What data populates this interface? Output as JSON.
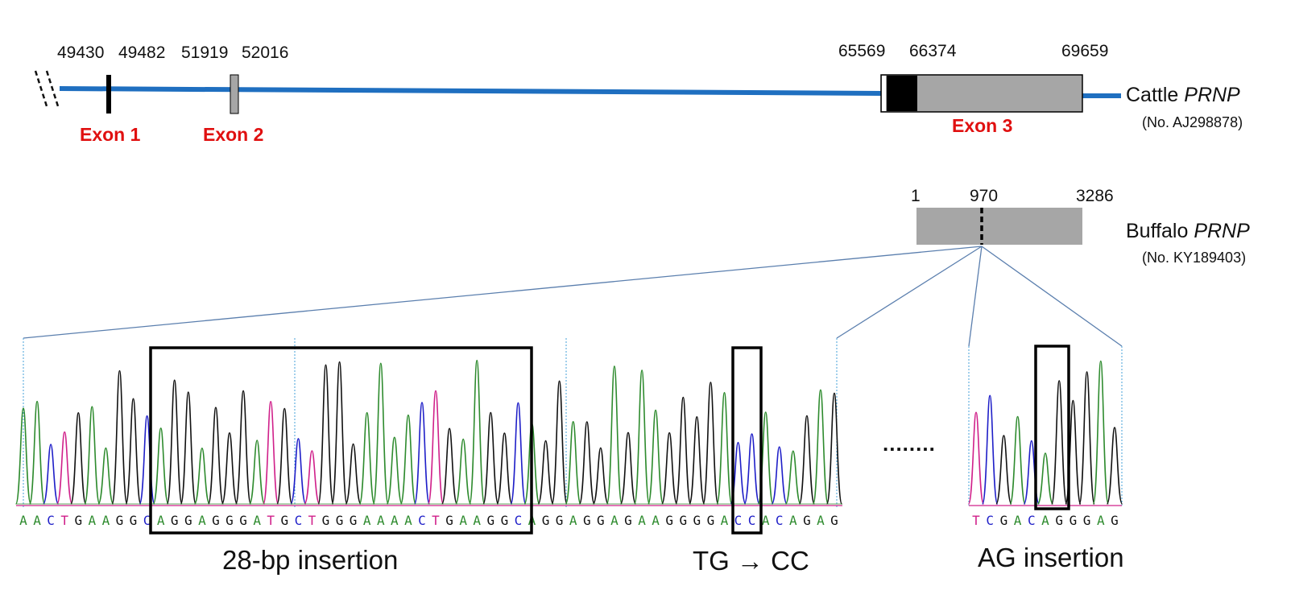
{
  "cattle": {
    "positions": [
      "49430",
      "49482",
      "51919",
      "52016",
      "65569",
      "66374",
      "69659"
    ],
    "exons": [
      "Exon 1",
      "Exon 2",
      "Exon 3"
    ],
    "label_prefix": "Cattle ",
    "label_gene": "PRNP",
    "accession": "(No. AJ298878)"
  },
  "buffalo": {
    "positions": [
      "1",
      "970",
      "3286"
    ],
    "label_prefix": "Buffalo ",
    "label_gene": "PRNP",
    "accession": "(No. KY189403)"
  },
  "chromatogram": {
    "seq_left": "AACTGAAGGCAGGAGGGATGCTGGGAAAACTGAAGGCAGGAGGAGAAGGGGACCACAGAG",
    "seq_right": "TCGACAGGGAG",
    "ellipsis": "........",
    "annotations": [
      "28-bp insertion",
      "TG → CC",
      "AG insertion"
    ]
  },
  "colors": {
    "A": "#2e8b2e",
    "C": "#1f1fc8",
    "G": "#111111",
    "T": "#d0208a",
    "exon_label": "#e01010",
    "gene_line": "#1f6fc0",
    "zoom_line": "#5b7fae",
    "exon_box_fill": "#a6a6a6"
  }
}
